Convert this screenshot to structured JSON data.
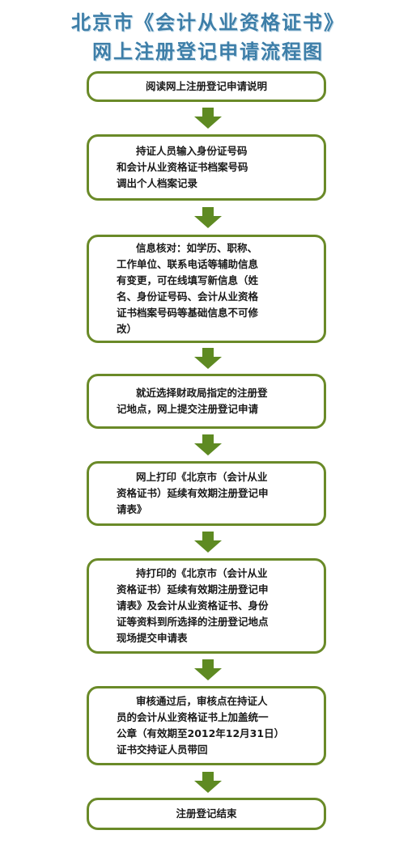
{
  "title": {
    "line1": "北京市《会计从业资格证书》",
    "line2": "网上注册登记申请流程图"
  },
  "steps": [
    {
      "text": "阅读网上注册登记申请说明"
    },
    {
      "text": "持证人员输入身份证号码\n和会计从业资格证书档案号码\n调出个人档案记录"
    },
    {
      "text": "信息核对：如学历、职称、\n工作单位、联系电话等辅助信息\n有变更，可在线填写新信息（姓\n名、身份证号码、会计从业资格\n证书档案号码等基础信息不可修\n改）"
    },
    {
      "text": "就近选择财政局指定的注册登\n记地点，网上提交注册登记申请"
    },
    {
      "text": "网上打印《北京市（会计从业\n资格证书）延续有效期注册登记申\n请表》"
    },
    {
      "text": "持打印的《北京市（会计从业\n资格证书）延续有效期注册登记申\n请表》及会计从业资格证书、身份\n证等资料到所选择的注册登记地点\n现场提交申请表"
    },
    {
      "text": "审核通过后，审核点在持证人\n员的会计从业资格证书上加盖统一\n公章（有效期至2012年12月31日）\n证书交持证人员带回"
    },
    {
      "text": "注册登记结束"
    }
  ],
  "colors": {
    "box_border": "#6a8a28",
    "arrow_fill": "#5e8a22",
    "title": "#3d7ea8"
  }
}
